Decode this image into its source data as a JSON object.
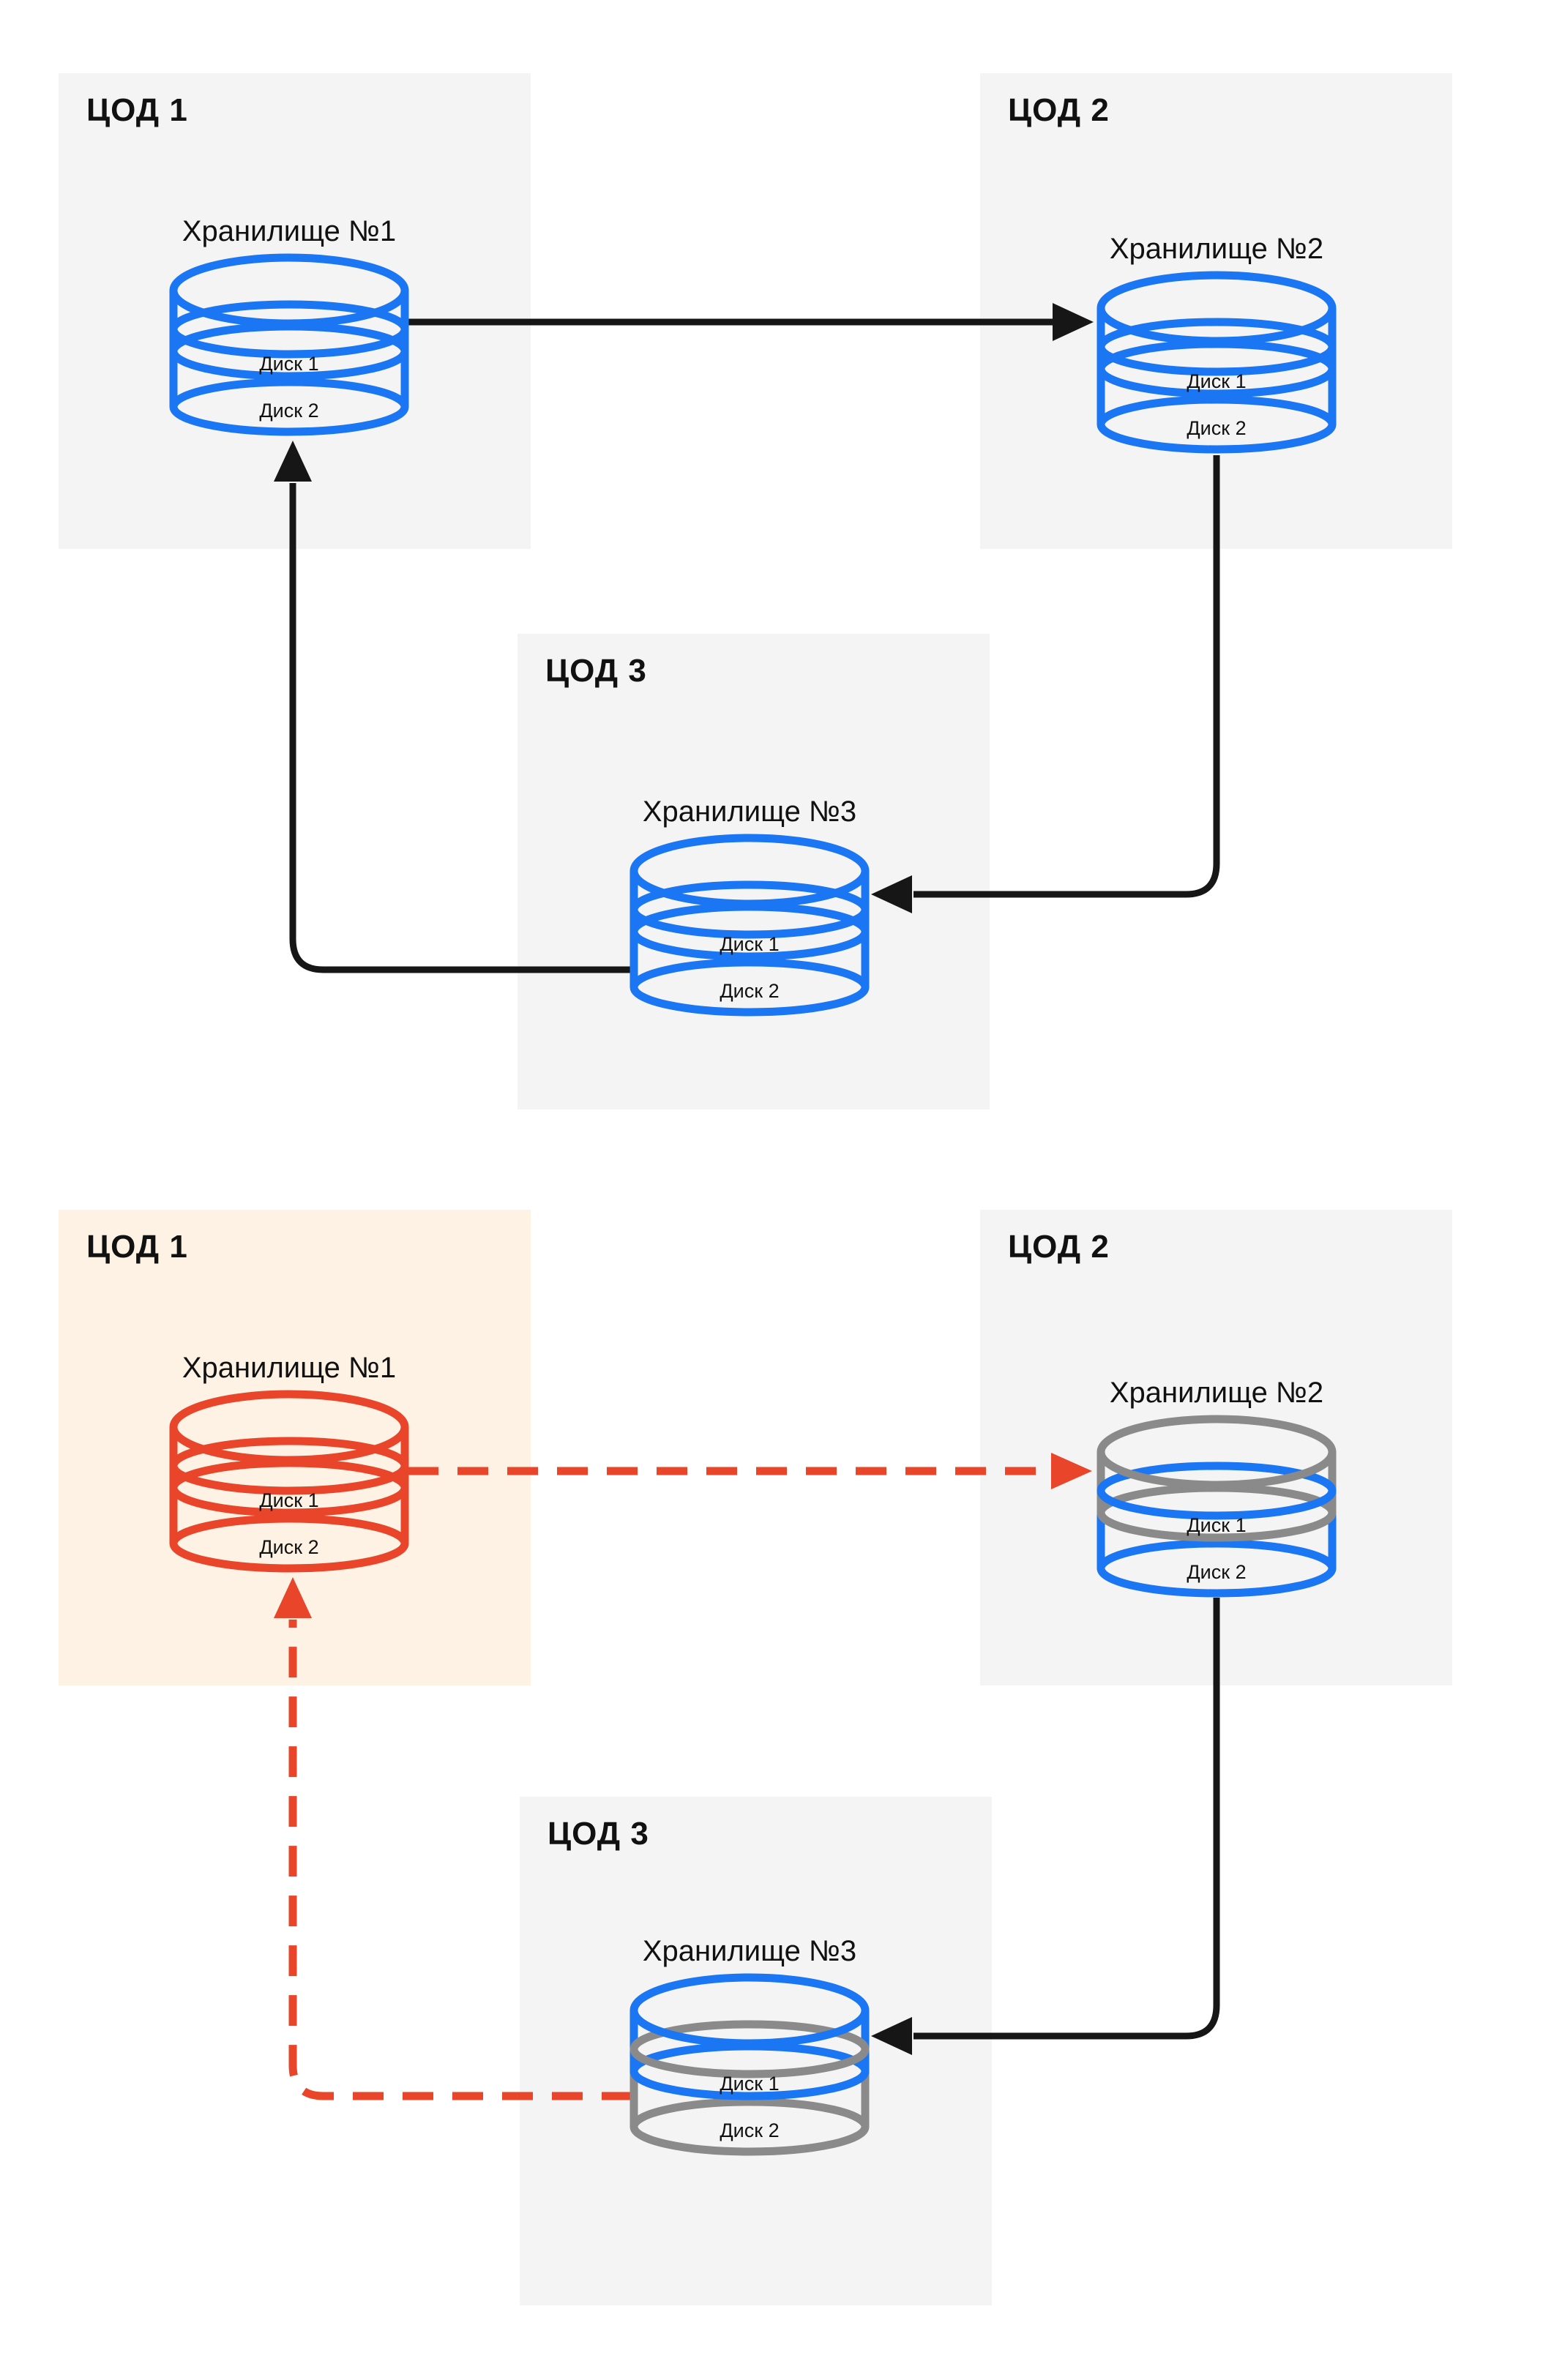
{
  "colors": {
    "blue": "#1a76f2",
    "orange": "#e9452a",
    "black": "#161616",
    "gray": "#8a8a8a",
    "box_gray": "#f4f4f4",
    "box_cream": "#fdf2e3",
    "text": "#111111"
  },
  "top_diagram": {
    "dc1": {
      "label": "ЦОД 1"
    },
    "dc2": {
      "label": "ЦОД 2"
    },
    "dc3": {
      "label": "ЦОД 3"
    },
    "storage1": {
      "title": "Хранилище №1",
      "disk1": "Диск 1",
      "disk2": "Диск 2"
    },
    "storage2": {
      "title": "Хранилище №2",
      "disk1": "Диск 1",
      "disk2": "Диск 2"
    },
    "storage3": {
      "title": "Хранилище №3",
      "disk1": "Диск 1",
      "disk2": "Диск 2"
    }
  },
  "bottom_diagram": {
    "dc1": {
      "label": "ЦОД 1"
    },
    "dc2": {
      "label": "ЦОД 2"
    },
    "dc3": {
      "label": "ЦОД 3"
    },
    "storage1": {
      "title": "Хранилище №1",
      "disk1": "Диск 1",
      "disk2": "Диск 2"
    },
    "storage2": {
      "title": "Хранилище №2",
      "disk1": "Диск 1",
      "disk2": "Диск 2"
    },
    "storage3": {
      "title": "Хранилище №3",
      "disk1": "Диск 1",
      "disk2": "Диск 2"
    }
  }
}
